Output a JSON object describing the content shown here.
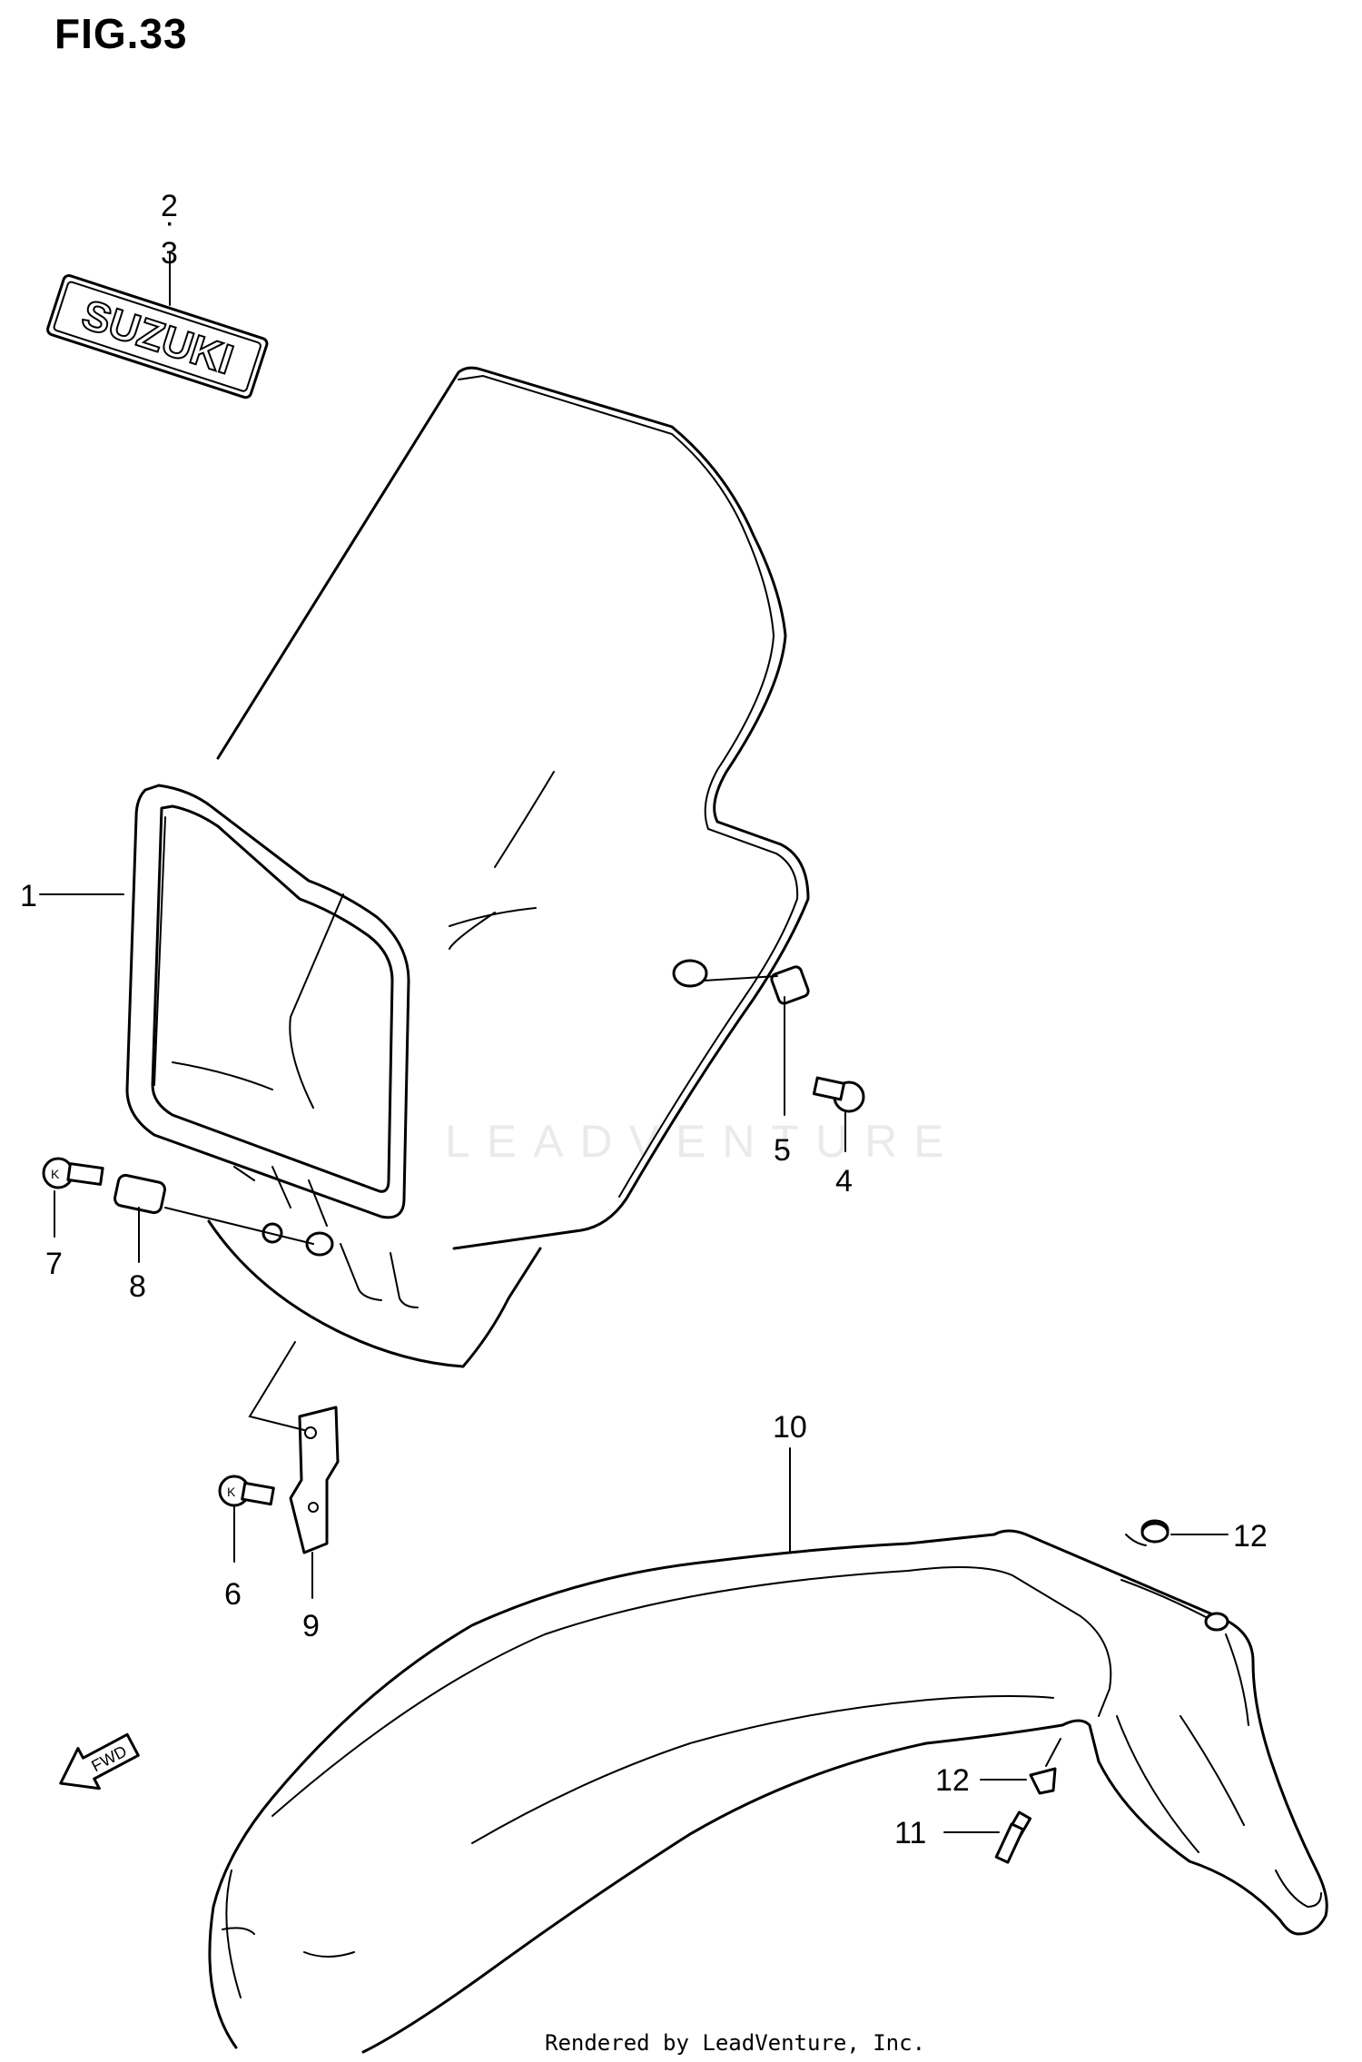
{
  "figure_title": "FIG.33",
  "brand_emblem": "SUZUKI",
  "fwd_arrow_label": "FWD",
  "watermark": "LEADVENTURE",
  "footer_credit": "Rendered by LeadVenture, Inc.",
  "callouts": {
    "c1": "1",
    "c2": "2",
    "c_dot": "·",
    "c3": "3",
    "c4": "4",
    "c5": "5",
    "c6": "6",
    "c7": "7",
    "c8": "8",
    "c9": "9",
    "c10": "10",
    "c11": "11",
    "c12a": "12",
    "c12b": "12"
  },
  "parts": [
    {
      "no": "1",
      "name": "headlight-housing"
    },
    {
      "no": "2",
      "name": "emblem"
    },
    {
      "no": "3",
      "name": "emblem"
    },
    {
      "no": "4",
      "name": "screw"
    },
    {
      "no": "5",
      "name": "spacer"
    },
    {
      "no": "6",
      "name": "screw"
    },
    {
      "no": "7",
      "name": "screw"
    },
    {
      "no": "8",
      "name": "spacer"
    },
    {
      "no": "9",
      "name": "bracket"
    },
    {
      "no": "10",
      "name": "front-fender"
    },
    {
      "no": "11",
      "name": "bolt"
    },
    {
      "no": "12",
      "name": "washer"
    }
  ]
}
